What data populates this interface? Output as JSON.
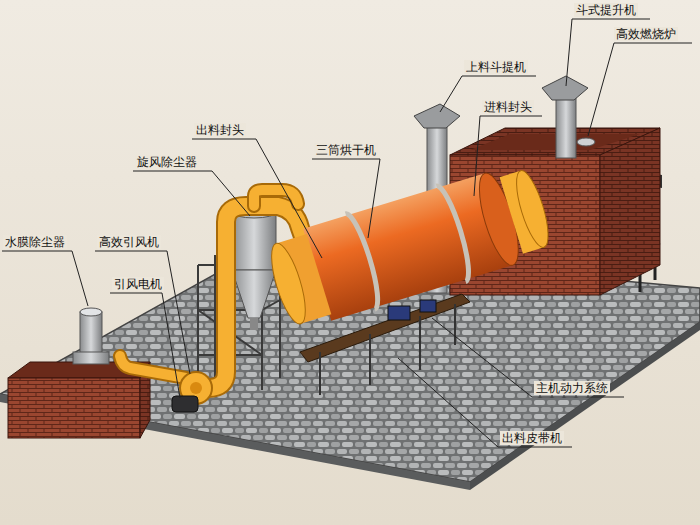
{
  "diagram": {
    "labels": [
      "斗式提升机",
      "高效燃烧炉",
      "上料斗提机",
      "进料封头",
      "出料封头",
      "三筒烘干机",
      "旋风除尘器",
      "水膜除尘器",
      "高效引风机",
      "引风电机",
      "主机动力系统",
      "出料皮带机"
    ]
  }
}
